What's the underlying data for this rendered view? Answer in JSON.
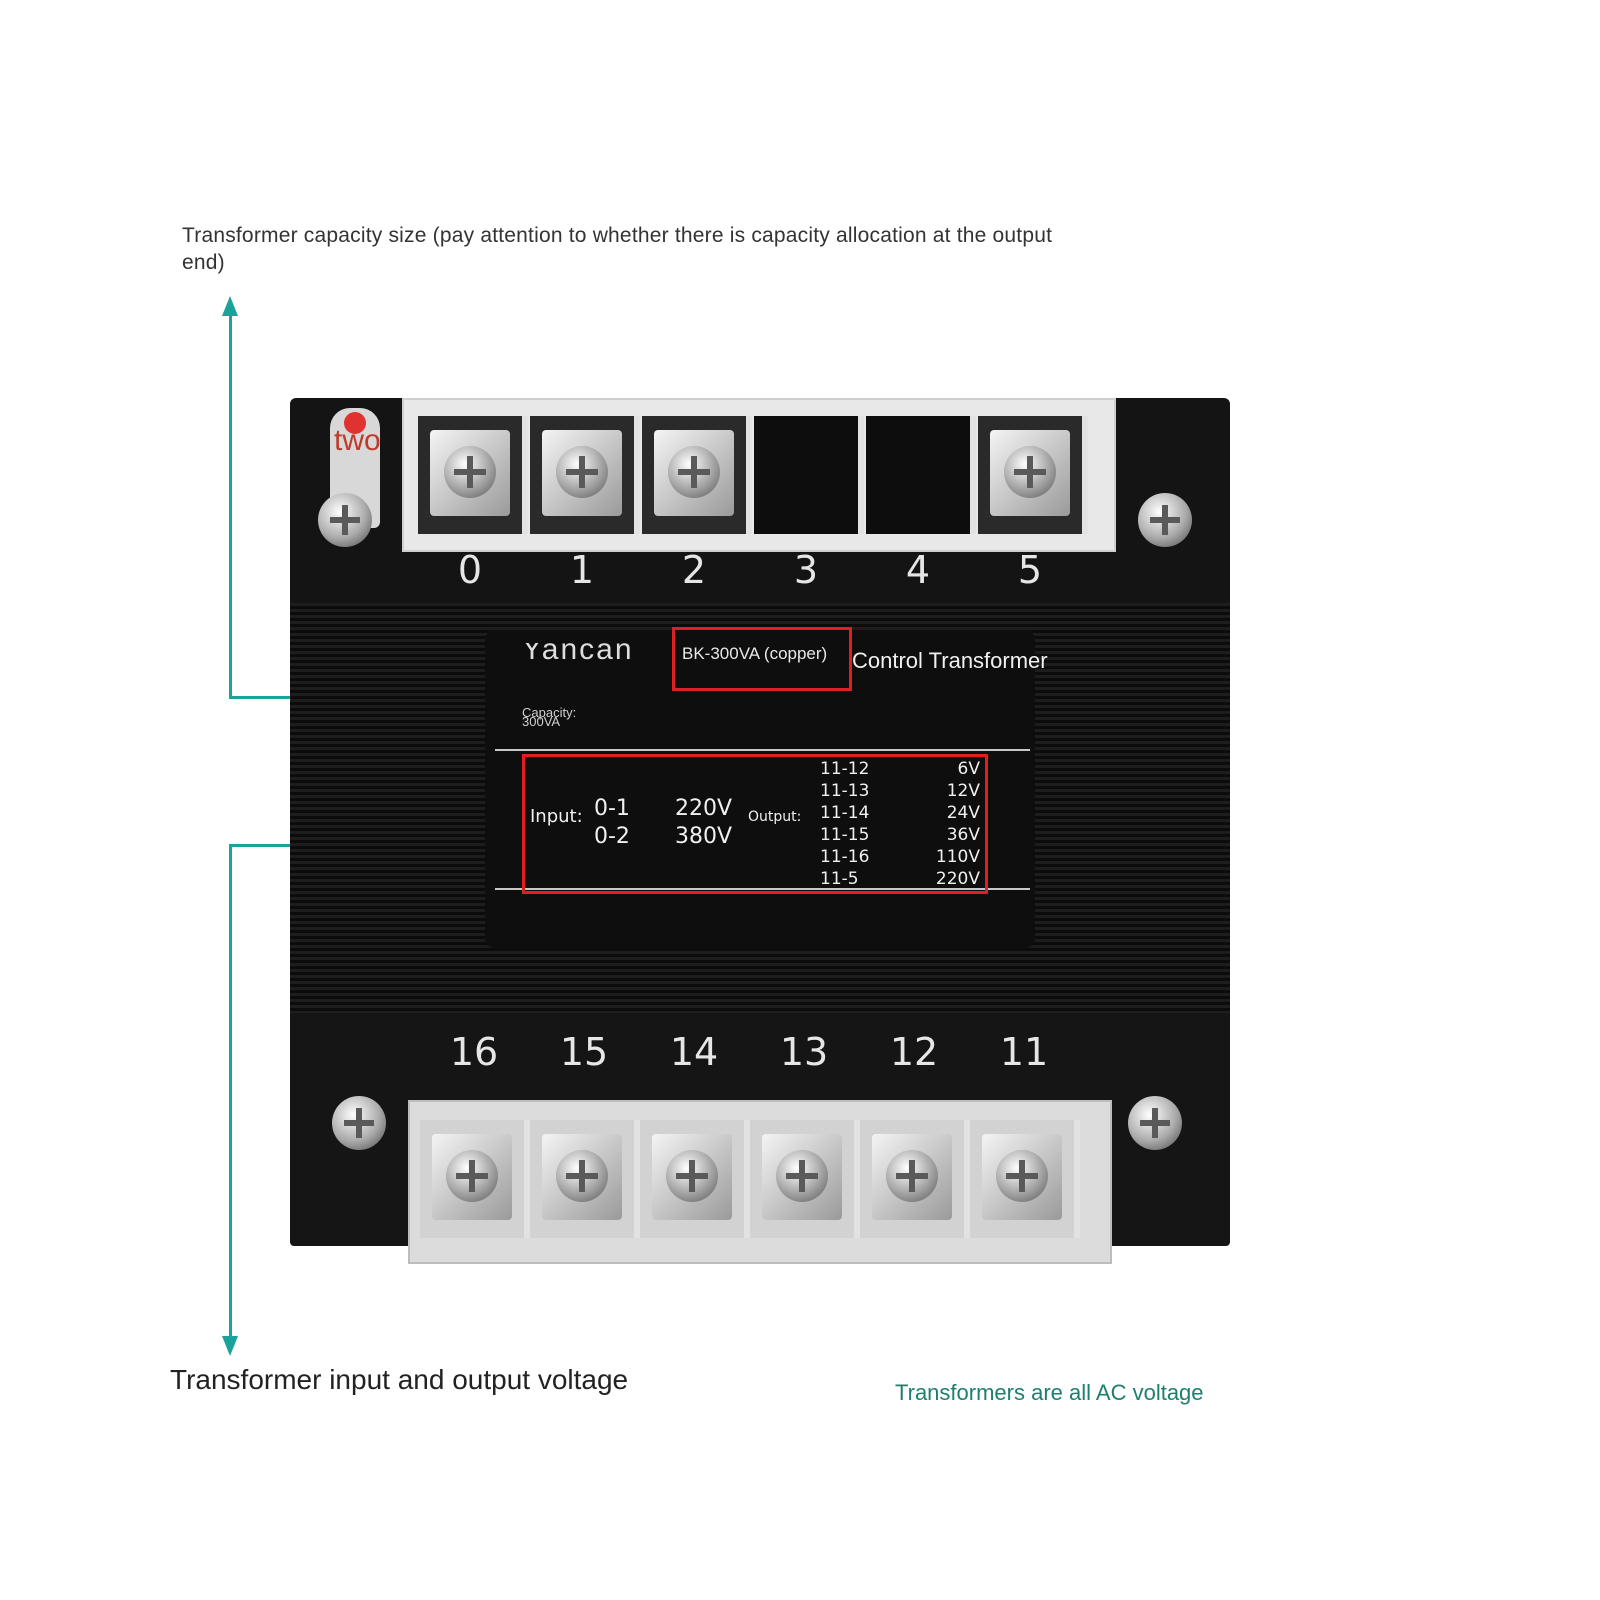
{
  "annotations": {
    "top_caption": "Transformer capacity size (pay attention to whether there is capacity allocation at the output end)",
    "bottom_left_caption": "Transformer input and output voltage",
    "bottom_right_caption": "Transformers are all AC voltage"
  },
  "colors": {
    "callout": "#1aa39a",
    "highlight_box": "#e02020",
    "note_text": "#1e7f6e"
  },
  "device": {
    "ground_label": "two",
    "top_terminals": [
      "0",
      "1",
      "2",
      "3",
      "4",
      "5"
    ],
    "bottom_terminals": [
      "16",
      "15",
      "14",
      "13",
      "12",
      "11"
    ],
    "nameplate": {
      "brand": "Yancan",
      "model": "BK-300VA (copper)",
      "type": "Control Transformer",
      "capacity_label": "Capacity:",
      "capacity_value": "300VA",
      "input_label": "Input:",
      "inputs": [
        {
          "terminals": "0-1",
          "voltage": "220V"
        },
        {
          "terminals": "0-2",
          "voltage": "380V"
        }
      ],
      "output_label": "Output:",
      "outputs": [
        {
          "terminals": "11-12",
          "voltage": "6V"
        },
        {
          "terminals": "11-13",
          "voltage": "12V"
        },
        {
          "terminals": "11-14",
          "voltage": "24V"
        },
        {
          "terminals": "11-15",
          "voltage": "36V"
        },
        {
          "terminals": "11-16",
          "voltage": "110V"
        },
        {
          "terminals": "11-5",
          "voltage": "220V"
        }
      ]
    }
  }
}
